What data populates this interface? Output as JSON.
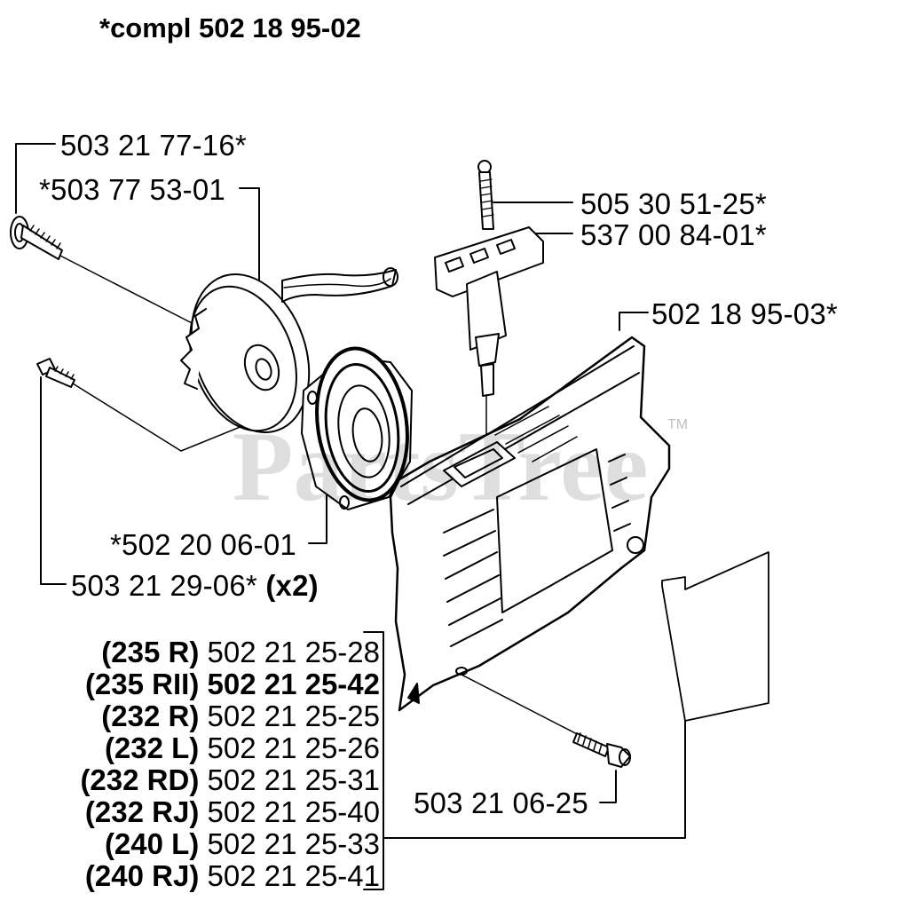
{
  "title": "*compl 502 18 95-02",
  "watermark": "PartsTree",
  "trademark": "TM",
  "callouts": {
    "recoil_screw": "503 21 77-16*",
    "pulley": "*503 77 53-01",
    "rope": "505 30 51-25*",
    "handle": "537 00 84-01*",
    "housing": "502 18 95-03*",
    "spring_cassette": "*502 20 06-01",
    "cassette_screw": "503 21 29-06*",
    "cassette_screw_qty": "(x2)",
    "housing_screw": "503 21 06-25"
  },
  "variants": [
    {
      "model": "(235 R)",
      "part": "502 21 25-28",
      "bold": false
    },
    {
      "model": "(235 RII)",
      "part": "502 21 25-42",
      "bold": true
    },
    {
      "model": "(232 R)",
      "part": "502 21 25-25",
      "bold": false
    },
    {
      "model": "(232 L)",
      "part": "502 21 25-26",
      "bold": false
    },
    {
      "model": "(232 RD)",
      "part": "502 21 25-31",
      "bold": false
    },
    {
      "model": "(232 RJ)",
      "part": "502 21 25-40",
      "bold": false
    },
    {
      "model": "(240 L)",
      "part": "502 21 25-33",
      "bold": false
    },
    {
      "model": "(240 RJ)",
      "part": "502 21 25-41",
      "bold": false
    }
  ]
}
